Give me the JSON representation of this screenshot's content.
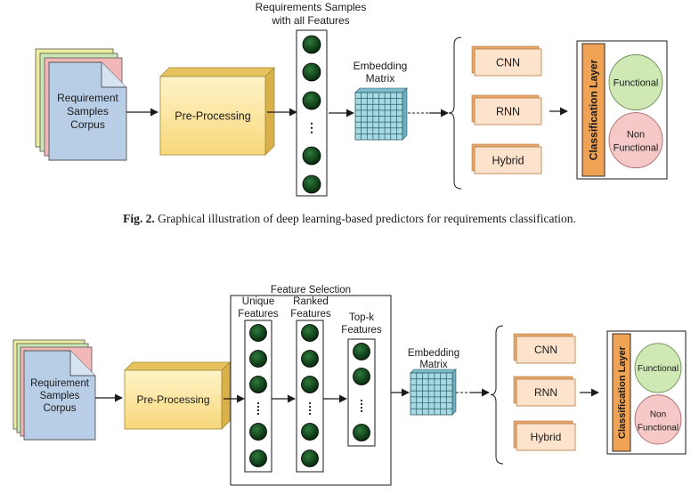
{
  "diagram1": {
    "corpus_lines": [
      "Requirement",
      "Samples",
      "Corpus"
    ],
    "preprocessing": "Pre-Processing",
    "samples_title": [
      "Requirements Samples",
      "with all Features"
    ],
    "embedding_lines": [
      "Embedding",
      "Matrix"
    ],
    "models": [
      "CNN",
      "RNN",
      "Hybrid"
    ],
    "classification_layer": "Classification Layer",
    "functional": "Functional",
    "non_functional_lines": [
      "Non",
      "Functional"
    ],
    "ellipsis": "⋮"
  },
  "caption": {
    "label": "Fig. 2.",
    "text": "Graphical illustration of deep learning-based predictors for requirements classification."
  },
  "diagram2": {
    "corpus_lines": [
      "Requirement",
      "Samples",
      "Corpus"
    ],
    "preprocessing": "Pre-Processing",
    "feature_selection": "Feature Selection",
    "unique_lines": [
      "Unique",
      "Features"
    ],
    "ranked_lines": [
      "Ranked",
      "Features"
    ],
    "topk_lines": [
      "Top-k",
      "Features"
    ],
    "embedding_lines": [
      "Embedding",
      "Matrix"
    ],
    "models": [
      "CNN",
      "RNN",
      "Hybrid"
    ],
    "classification_layer": "Classification Layer",
    "functional": "Functional",
    "non_functional_lines": [
      "Non",
      "Functional"
    ],
    "ellipsis": "⋮"
  },
  "colors": {
    "corpus_front": "#b8cde6",
    "corpus_pink": "#f2b8b8",
    "corpus_green": "#c9e6b4",
    "corpus_yellow": "#ecec9c",
    "preprocess_fill": "#fce9a8",
    "preprocess_side": "#e6c35c",
    "model_fill": "#fde3cc",
    "model_shadow": "#e7a86c",
    "class_bar": "#f0a255",
    "functional_fill": "#cfe8b4",
    "nonfunctional_fill": "#f6c8c8",
    "neuron_fill": "#0c3d14",
    "grid_fill": "#a7d9e2",
    "grid_line": "#2a5a66"
  }
}
